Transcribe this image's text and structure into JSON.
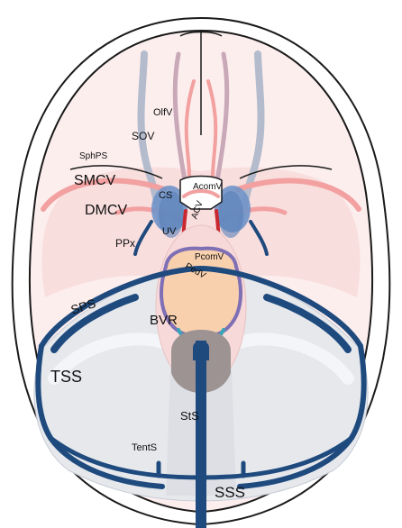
{
  "diagram": {
    "colors": {
      "background": "#ffffff",
      "skull_outline": "#1a1a1a",
      "skull_fill": "#fdeeee",
      "dura_fill": "#f9dede",
      "cerebellum_fill": "#e6e8ec",
      "venous_sinus": "#1e4a7e",
      "vein_pink": "#f2a0a0",
      "olfactory_grey": "#9ca6bd",
      "cavernous_sinus": "#6f93c8",
      "brainstem_fill": "#f8d0ae",
      "brainstem_outline": "#7f6fb5",
      "vein_of_galen_teal": "#3aa5b8",
      "pineal_dark": "#8f8585",
      "dark_red": "#c8282e"
    },
    "labels": {
      "olfv": "OlfV",
      "sov": "SOV",
      "sphps": "SphPS",
      "smcv": "SMCV",
      "acomv": "AcomV",
      "cs": "CS",
      "acv": "ACV",
      "dmcv": "DMCV",
      "uv": "UV",
      "ppx": "PPx",
      "pcomv": "PcomV",
      "pedv": "PedV",
      "sps": "SPS",
      "bvr": "BVR",
      "tss": "TSS",
      "sts": "StS",
      "tents": "TentS",
      "sss": "SSS"
    }
  }
}
